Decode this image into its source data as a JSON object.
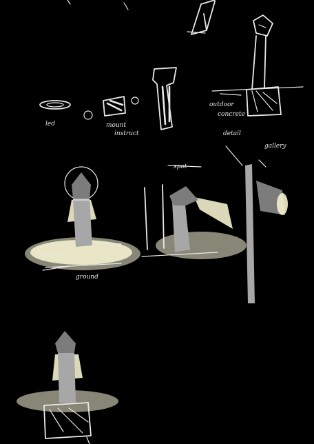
{
  "sketch": {
    "labels": {
      "lamp_sketch_top": "",
      "label_led": "led",
      "label_outdoor": "outdoor",
      "label_concrete": "concrete",
      "label_detail": "detail",
      "label_gallery": "gallery",
      "label_instruction": "instruct",
      "label_ground": "ground",
      "label_spot": "spot",
      "label_mount": "mount"
    }
  }
}
